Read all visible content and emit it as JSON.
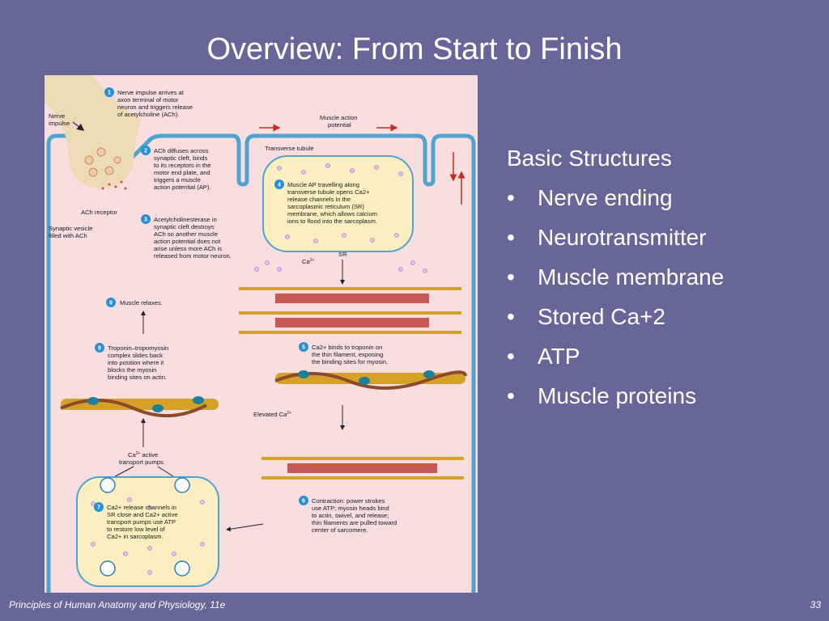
{
  "slide": {
    "title": "Overview: From Start to Finish",
    "footer_left": "Principles of Human Anatomy and Physiology, 11e",
    "page_number": "33"
  },
  "bullets": {
    "heading": "Basic Structures",
    "items": [
      "Nerve ending",
      "Neurotransmitter",
      "Muscle membrane",
      "Stored Ca+2",
      "ATP",
      "Muscle proteins"
    ]
  },
  "figure": {
    "labels": {
      "nerve_impulse_1": "Nerve",
      "nerve_impulse_2": "impulse",
      "ach_receptor": "ACh receptor",
      "synaptic_vesicle_1": "Synaptic vesicle",
      "synaptic_vesicle_2": "filled with ACh",
      "muscle_ap_1": "Muscle action",
      "muscle_ap_2": "potential",
      "transverse_tubule": "Transverse tubule",
      "sr": "SR",
      "ca": "Ca",
      "ca_sup": "2+",
      "muscle_relaxes": "Muscle relaxes.",
      "elevated_ca": "Elevated Ca",
      "active_pumps_1": "Ca",
      "active_pumps_2": "active",
      "active_pumps_3": "transport pumps"
    },
    "steps": [
      {
        "num": "1",
        "lines": [
          "Nerve impulse arrives at",
          "axon terminal of motor",
          "neuron and triggers release",
          "of acetylcholine (ACh)."
        ]
      },
      {
        "num": "2",
        "lines": [
          "ACh diffuses across",
          "synaptic cleft, binds",
          "to its receptors in the",
          "motor end plate, and",
          "triggers a muscle",
          "action potential (AP)."
        ]
      },
      {
        "num": "3",
        "lines": [
          "Acetylcholinesterase in",
          "synaptic cleft destroys",
          "ACh so another muscle",
          "action potential does not",
          "arise unless more ACh is",
          "released from motor neuron."
        ]
      },
      {
        "num": "4",
        "lines": [
          "Muscle AP travelling along",
          "transverse tubule opens Ca2+",
          "release channels in the",
          "sarcoplasmic reticulum (SR)",
          "membrane, which allows calcium",
          "ions to flood into the sarcoplasm."
        ]
      },
      {
        "num": "5",
        "lines": [
          "Ca2+ binds to troponin on",
          "the thin filament, exposing",
          "the binding sites for myosin."
        ]
      },
      {
        "num": "6",
        "lines": [
          "Contraction: power strokes",
          "use ATP; myosin heads bind",
          "to actin, swivel, and release;",
          "thin filaments are pulled toward",
          "center of sarcomere."
        ]
      },
      {
        "num": "7",
        "lines": [
          "Ca2+ release channels in",
          "SR close and Ca2+ active",
          "transport pumps use ATP",
          "to restore low level of",
          "Ca2+ in sarcoplasm."
        ]
      },
      {
        "num": "8",
        "lines": [
          "Troponin–tropomyosin",
          "complex slides back",
          "into position where it",
          "blocks the myosin",
          "binding sites on actin."
        ]
      },
      {
        "num": "9",
        "lines": [
          "Muscle relaxes."
        ]
      }
    ],
    "colors": {
      "background": "#f8dede",
      "nerve": "#ecdcb6",
      "membrane": "#4fa3cf",
      "sr_fill": "#fbefc2",
      "step_circle": "#2a8fd0",
      "actin": "#d4a227",
      "tropomyosin": "#8b4a2b",
      "troponin": "#1f7f96",
      "myosin": "#c0413f",
      "arrow_red": "#cc2a1e",
      "dots": "#a98bd0"
    }
  }
}
